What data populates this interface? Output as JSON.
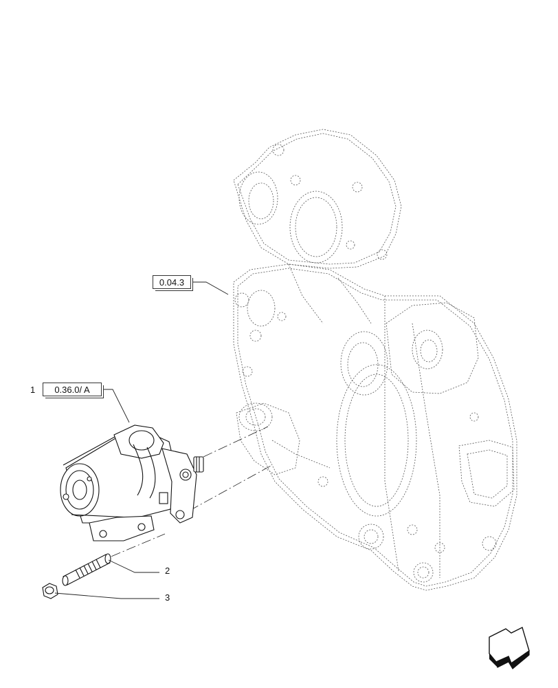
{
  "callouts": {
    "ref_housing": "0.04.3",
    "item_1_number": "1",
    "ref_starter": "0.36.0/ A",
    "item_2_number": "2",
    "item_3_number": "3"
  },
  "icons": {
    "navigation": "arrow-icon"
  }
}
